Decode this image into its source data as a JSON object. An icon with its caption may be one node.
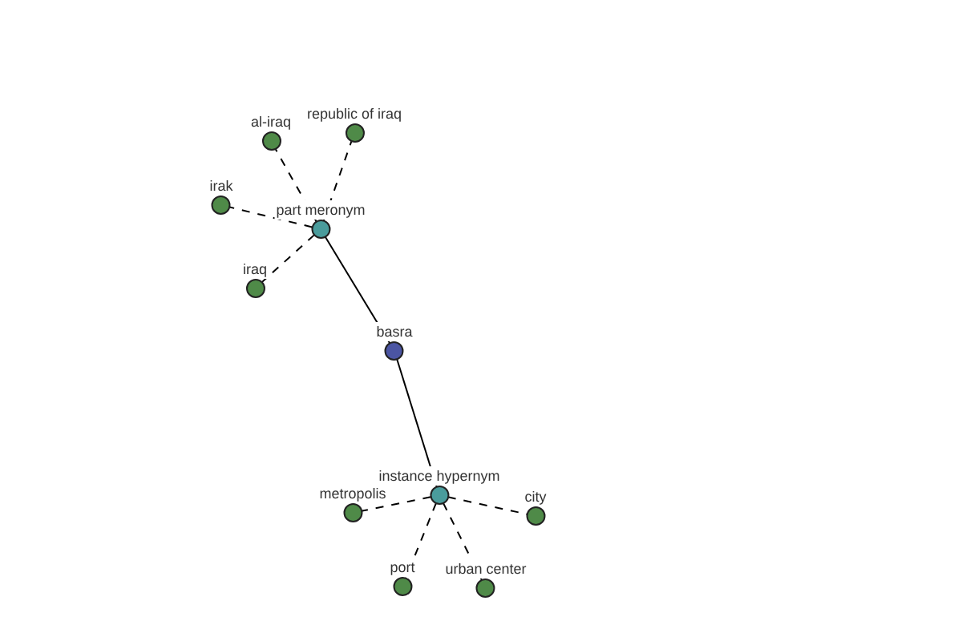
{
  "diagram": {
    "nodes": [
      {
        "text": [
          "basra"
        ]
      },
      {
        "text": [
          "part meronym"
        ]
      },
      {
        "text": [
          "al-iraq"
        ]
      },
      {
        "text": [
          "republic of iraq"
        ]
      },
      {
        "text": [
          "irak"
        ]
      },
      {
        "text": [
          "iraq"
        ]
      },
      {
        "text": [
          "instance hypernym"
        ]
      },
      {
        "text": [
          "metropolis"
        ]
      },
      {
        "text": [
          "city"
        ]
      },
      {
        "text": [
          "port"
        ]
      },
      {
        "text": [
          "urban center"
        ]
      }
    ],
    "edges": [
      {
        "from": 0,
        "to": 1,
        "arrow": "none"
      },
      {
        "from": 0,
        "to": 6,
        "arrow": "none"
      },
      {
        "from": 1,
        "to": 2,
        "arrow": "none",
        "style": "dashed"
      },
      {
        "from": 1,
        "to": 3,
        "arrow": "none",
        "style": "dashed"
      },
      {
        "from": 1,
        "to": 4,
        "arrow": "none",
        "style": "dashed"
      },
      {
        "from": 1,
        "to": 5,
        "arrow": "none",
        "style": "dashed"
      },
      {
        "from": 6,
        "to": 7,
        "arrow": "none",
        "style": "dashed"
      },
      {
        "from": 6,
        "to": 8,
        "arrow": "none",
        "style": "dashed"
      },
      {
        "from": 6,
        "to": 9,
        "arrow": "none",
        "style": "dashed"
      },
      {
        "from": 6,
        "to": 10,
        "arrow": "none",
        "style": "dashed"
      }
    ]
  }
}
